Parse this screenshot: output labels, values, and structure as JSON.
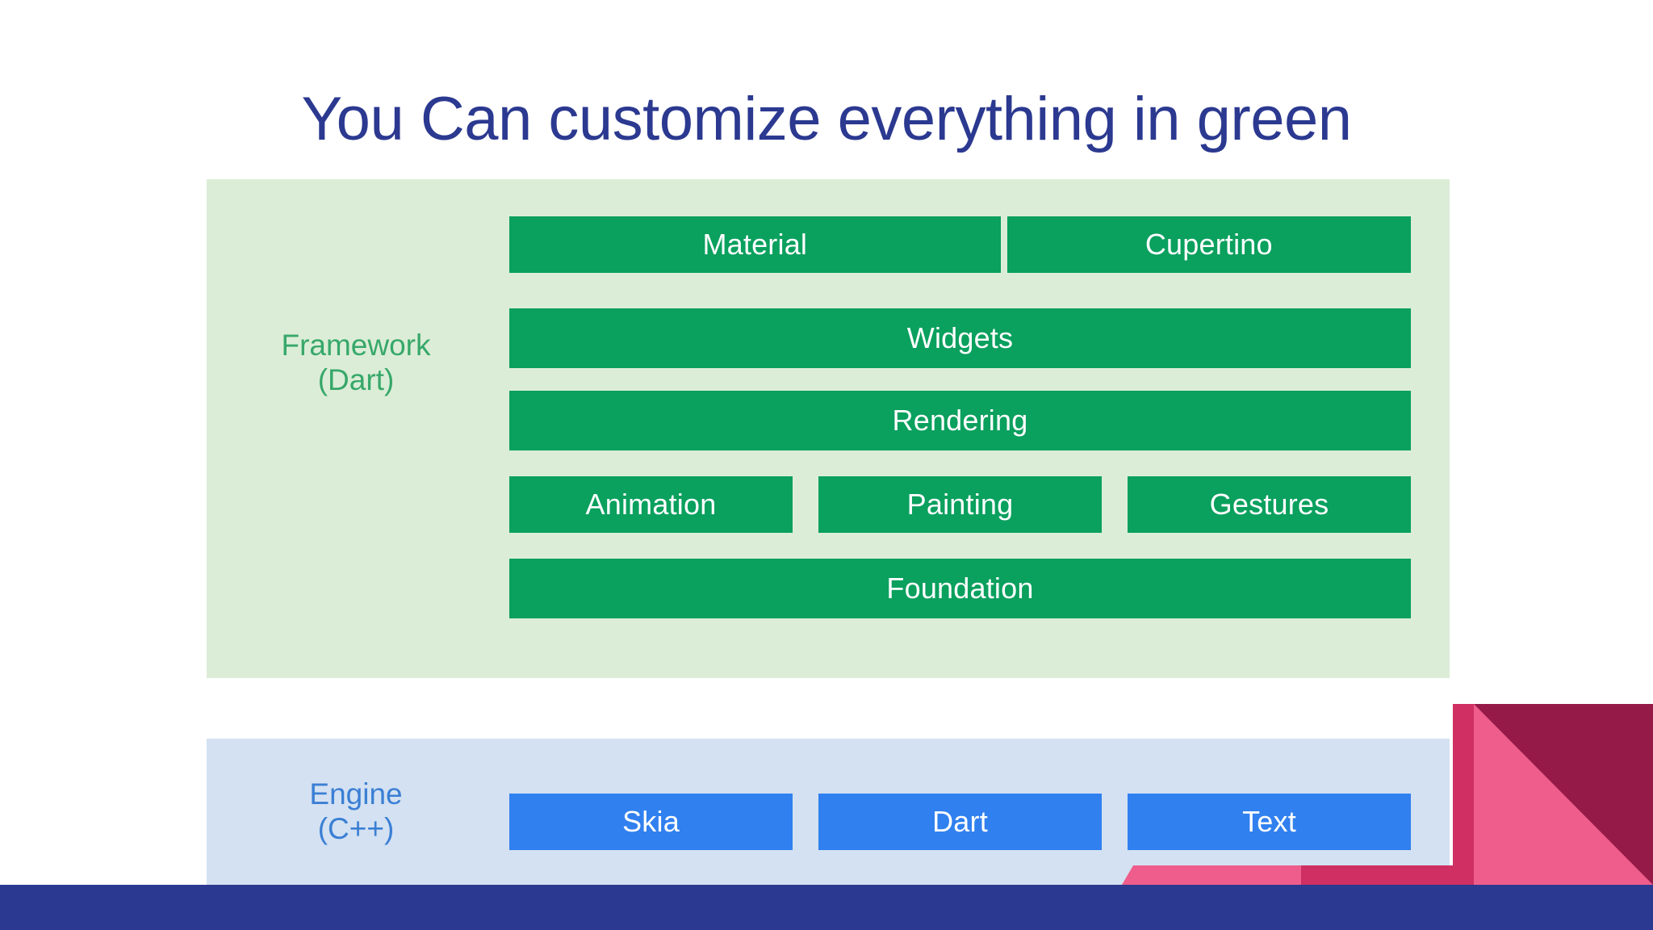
{
  "slide": {
    "title": "You Can customize everything in green",
    "title_color": "#2b3990"
  },
  "diagram": {
    "name": "flutter-architecture-diagram",
    "layers": [
      {
        "id": "framework",
        "label_line1": "Framework",
        "label_line2": "(Dart)",
        "panel_color": "#dcedd7",
        "label_color": "#37a86a",
        "box_color": "#0aa05e",
        "rows": [
          {
            "id": "platform",
            "boxes": [
              {
                "label": "Material",
                "flex": 45
              },
              {
                "label": "Cupertino",
                "flex": 37
              }
            ]
          },
          {
            "id": "widgets",
            "boxes": [
              {
                "label": "Widgets",
                "flex": 100
              }
            ]
          },
          {
            "id": "rendering",
            "boxes": [
              {
                "label": "Rendering",
                "flex": 100
              }
            ]
          },
          {
            "id": "middle",
            "boxes": [
              {
                "label": "Animation",
                "flex": 33
              },
              {
                "label": "Painting",
                "flex": 33
              },
              {
                "label": "Gestures",
                "flex": 33
              }
            ]
          },
          {
            "id": "foundation",
            "boxes": [
              {
                "label": "Foundation",
                "flex": 100
              }
            ]
          }
        ]
      },
      {
        "id": "engine",
        "label_line1": "Engine",
        "label_line2": "(C++)",
        "panel_color": "#d3e1f2",
        "label_color": "#3b7fd4",
        "box_color": "#3180ef",
        "rows": [
          {
            "id": "engine-row",
            "boxes": [
              {
                "label": "Skia",
                "flex": 33
              },
              {
                "label": "Dart",
                "flex": 33
              },
              {
                "label": "Text",
                "flex": 33
              }
            ]
          }
        ]
      }
    ]
  },
  "decoration": {
    "crimson": "#cf2f62",
    "maroon": "#961a47",
    "pink": "#ee5d8b"
  },
  "footer": {
    "color": "#2b3990"
  }
}
